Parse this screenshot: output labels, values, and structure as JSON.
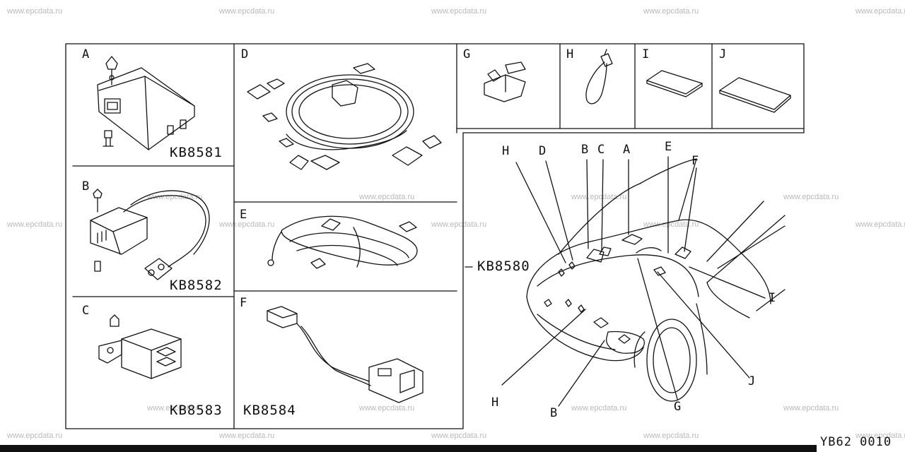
{
  "watermark": "www.epcdata.ru",
  "panels": {
    "A": {
      "letter": "A",
      "code": "KB8581"
    },
    "B": {
      "letter": "B",
      "code": "KB8582"
    },
    "C": {
      "letter": "C",
      "code": "KB8583"
    },
    "D": {
      "letter": "D"
    },
    "E": {
      "letter": "E"
    },
    "F": {
      "letter": "F",
      "code": "KB8584"
    },
    "G": {
      "letter": "G"
    },
    "H": {
      "letter": "H"
    },
    "I": {
      "letter": "I"
    },
    "J": {
      "letter": "J"
    }
  },
  "assembly": {
    "code": "KB8580",
    "callouts": {
      "H_top": "H",
      "D": "D",
      "B_top": "B",
      "C": "C",
      "A": "A",
      "E": "E",
      "F": "F",
      "I": "I",
      "J": "J",
      "G": "G",
      "B_bottom": "B",
      "H_bottom": "H"
    }
  },
  "footer": {
    "diagram_code": "YB62 0010"
  }
}
